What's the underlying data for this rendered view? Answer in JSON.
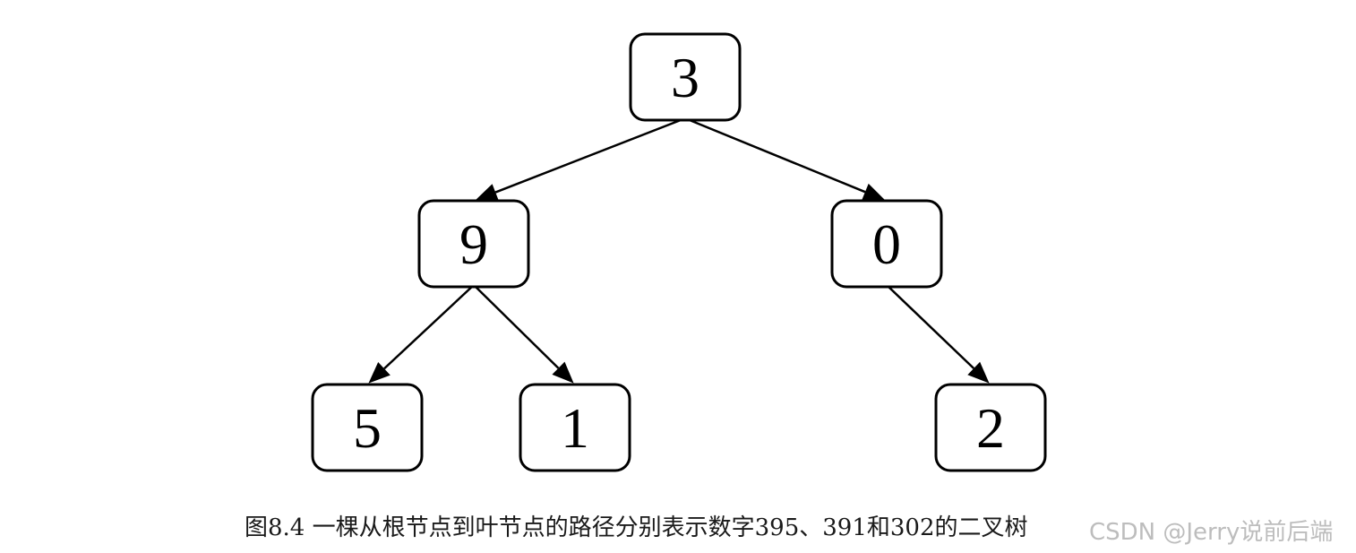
{
  "diagram": {
    "nodes": [
      {
        "id": "n3",
        "label": "3"
      },
      {
        "id": "n9",
        "label": "9"
      },
      {
        "id": "n0",
        "label": "0"
      },
      {
        "id": "n5",
        "label": "5"
      },
      {
        "id": "n1",
        "label": "1"
      },
      {
        "id": "n2",
        "label": "2"
      }
    ],
    "edges": [
      {
        "from": "n3",
        "to": "n9"
      },
      {
        "from": "n3",
        "to": "n0"
      },
      {
        "from": "n9",
        "to": "n5"
      },
      {
        "from": "n9",
        "to": "n1"
      },
      {
        "from": "n0",
        "to": "n2"
      }
    ],
    "caption": "图8.4 一棵从根节点到叶节点的路径分别表示数字395、391和302的二叉树",
    "watermark": "CSDN @Jerry说前后端"
  }
}
